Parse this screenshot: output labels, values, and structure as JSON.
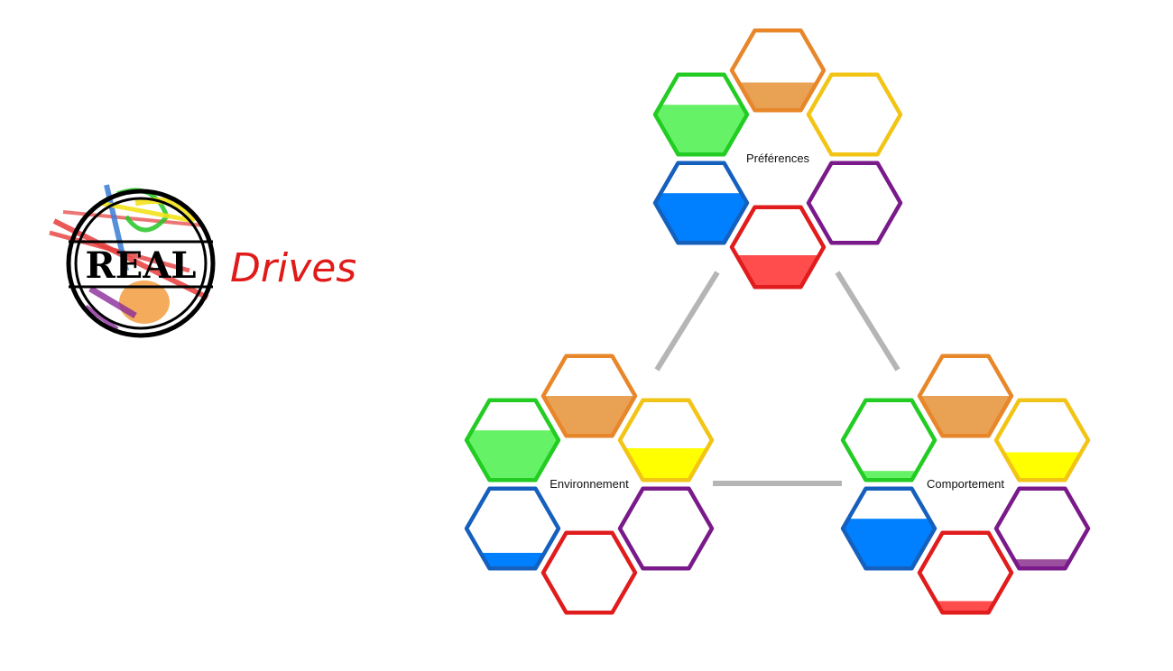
{
  "logo": {
    "word": "REAL",
    "script_word": "Drives"
  },
  "colors": {
    "green": "#22cc22",
    "orange": "#e8862a",
    "yellow": "#f2c416",
    "purple": "#7a1a8a",
    "blue": "#1560bd",
    "red": "#e01c1c",
    "connector": "#b5b5b5"
  },
  "fill_colors": {
    "green": "#66f266",
    "orange": "#e9a154",
    "yellow": "#ffff00",
    "purple": "#9b4f9e",
    "blue": "#0080ff",
    "red": "#ff4d4d"
  },
  "clusters": [
    {
      "label": "Préférences",
      "levels": {
        "orange": 0.35,
        "green": 0.62,
        "yellow": 0.0,
        "blue": 0.62,
        "purple": 0.0,
        "red": 0.4
      }
    },
    {
      "label": "Environnement",
      "levels": {
        "orange": 0.5,
        "green": 0.62,
        "yellow": 0.4,
        "blue": 0.2,
        "purple": 0.0,
        "red": 0.0
      }
    },
    {
      "label": "Comportement",
      "levels": {
        "orange": 0.5,
        "green": 0.12,
        "yellow": 0.35,
        "blue": 0.62,
        "purple": 0.12,
        "red": 0.15
      }
    }
  ]
}
